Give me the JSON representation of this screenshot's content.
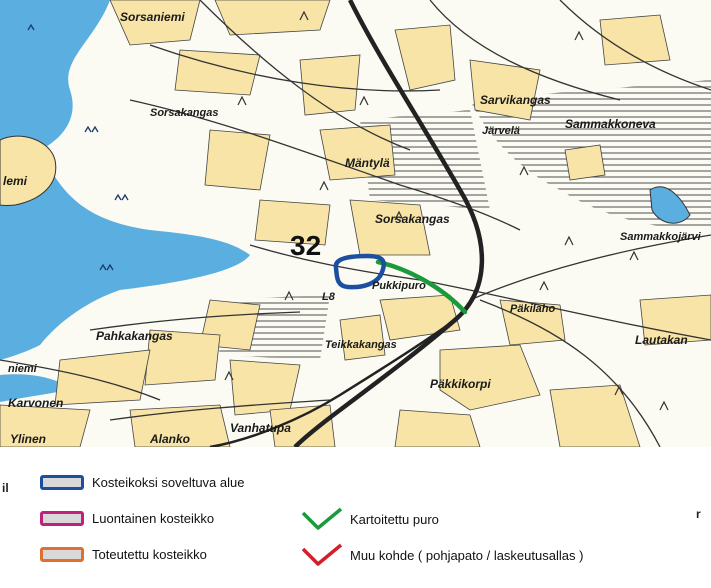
{
  "map_labels": {
    "sorsaniemi": "Sorsaniemi",
    "sorsakangas_nw": "Sorsakangas",
    "sarvikangas": "Sarvikangas",
    "jarvela": "Järvelä",
    "sammakkoneva": "Sammakkoneva",
    "mantyla": "Mäntylä",
    "sorsakangas": "Sorsakangas",
    "site_number": "32",
    "pukkipuro": "Pukkipuro",
    "pakilaho": "Päkilaho",
    "pahkakangas": "Pahkakangas",
    "teikkakangas": "Teikkakangas",
    "lautakangas": "Lautakan",
    "pakkikorpi": "Päkkikorpi",
    "karvonen": "Karvonen",
    "ylinen": "Ylinen",
    "alanko": "Alanko",
    "vanhatupa": "Vanhatupa",
    "niemi": "niemi",
    "lemi": "lemi",
    "sammakkojarvi": "Sammakkojärvi",
    "l8": "L8"
  },
  "legend": {
    "item1": "Kosteikoksi soveltuva alue",
    "item2": "Luontainen kosteikko",
    "item3": "Toteutettu kosteikko",
    "item4": "Kartoitettu puro",
    "item5": "Muu kohde ( pohjapato / laskeutusallas )"
  },
  "colors": {
    "water": "#5aaee0",
    "field": "#f7e4a6",
    "suitable_wetland": "#1c4fa0",
    "natural_wetland": "#c2207e",
    "implemented_wetland": "#e07030",
    "surveyed_stream": "#1a9a3a",
    "other_feature": "#d0202a"
  },
  "legend_marks": {
    "left_edge": "il",
    "right_edge": "r"
  }
}
